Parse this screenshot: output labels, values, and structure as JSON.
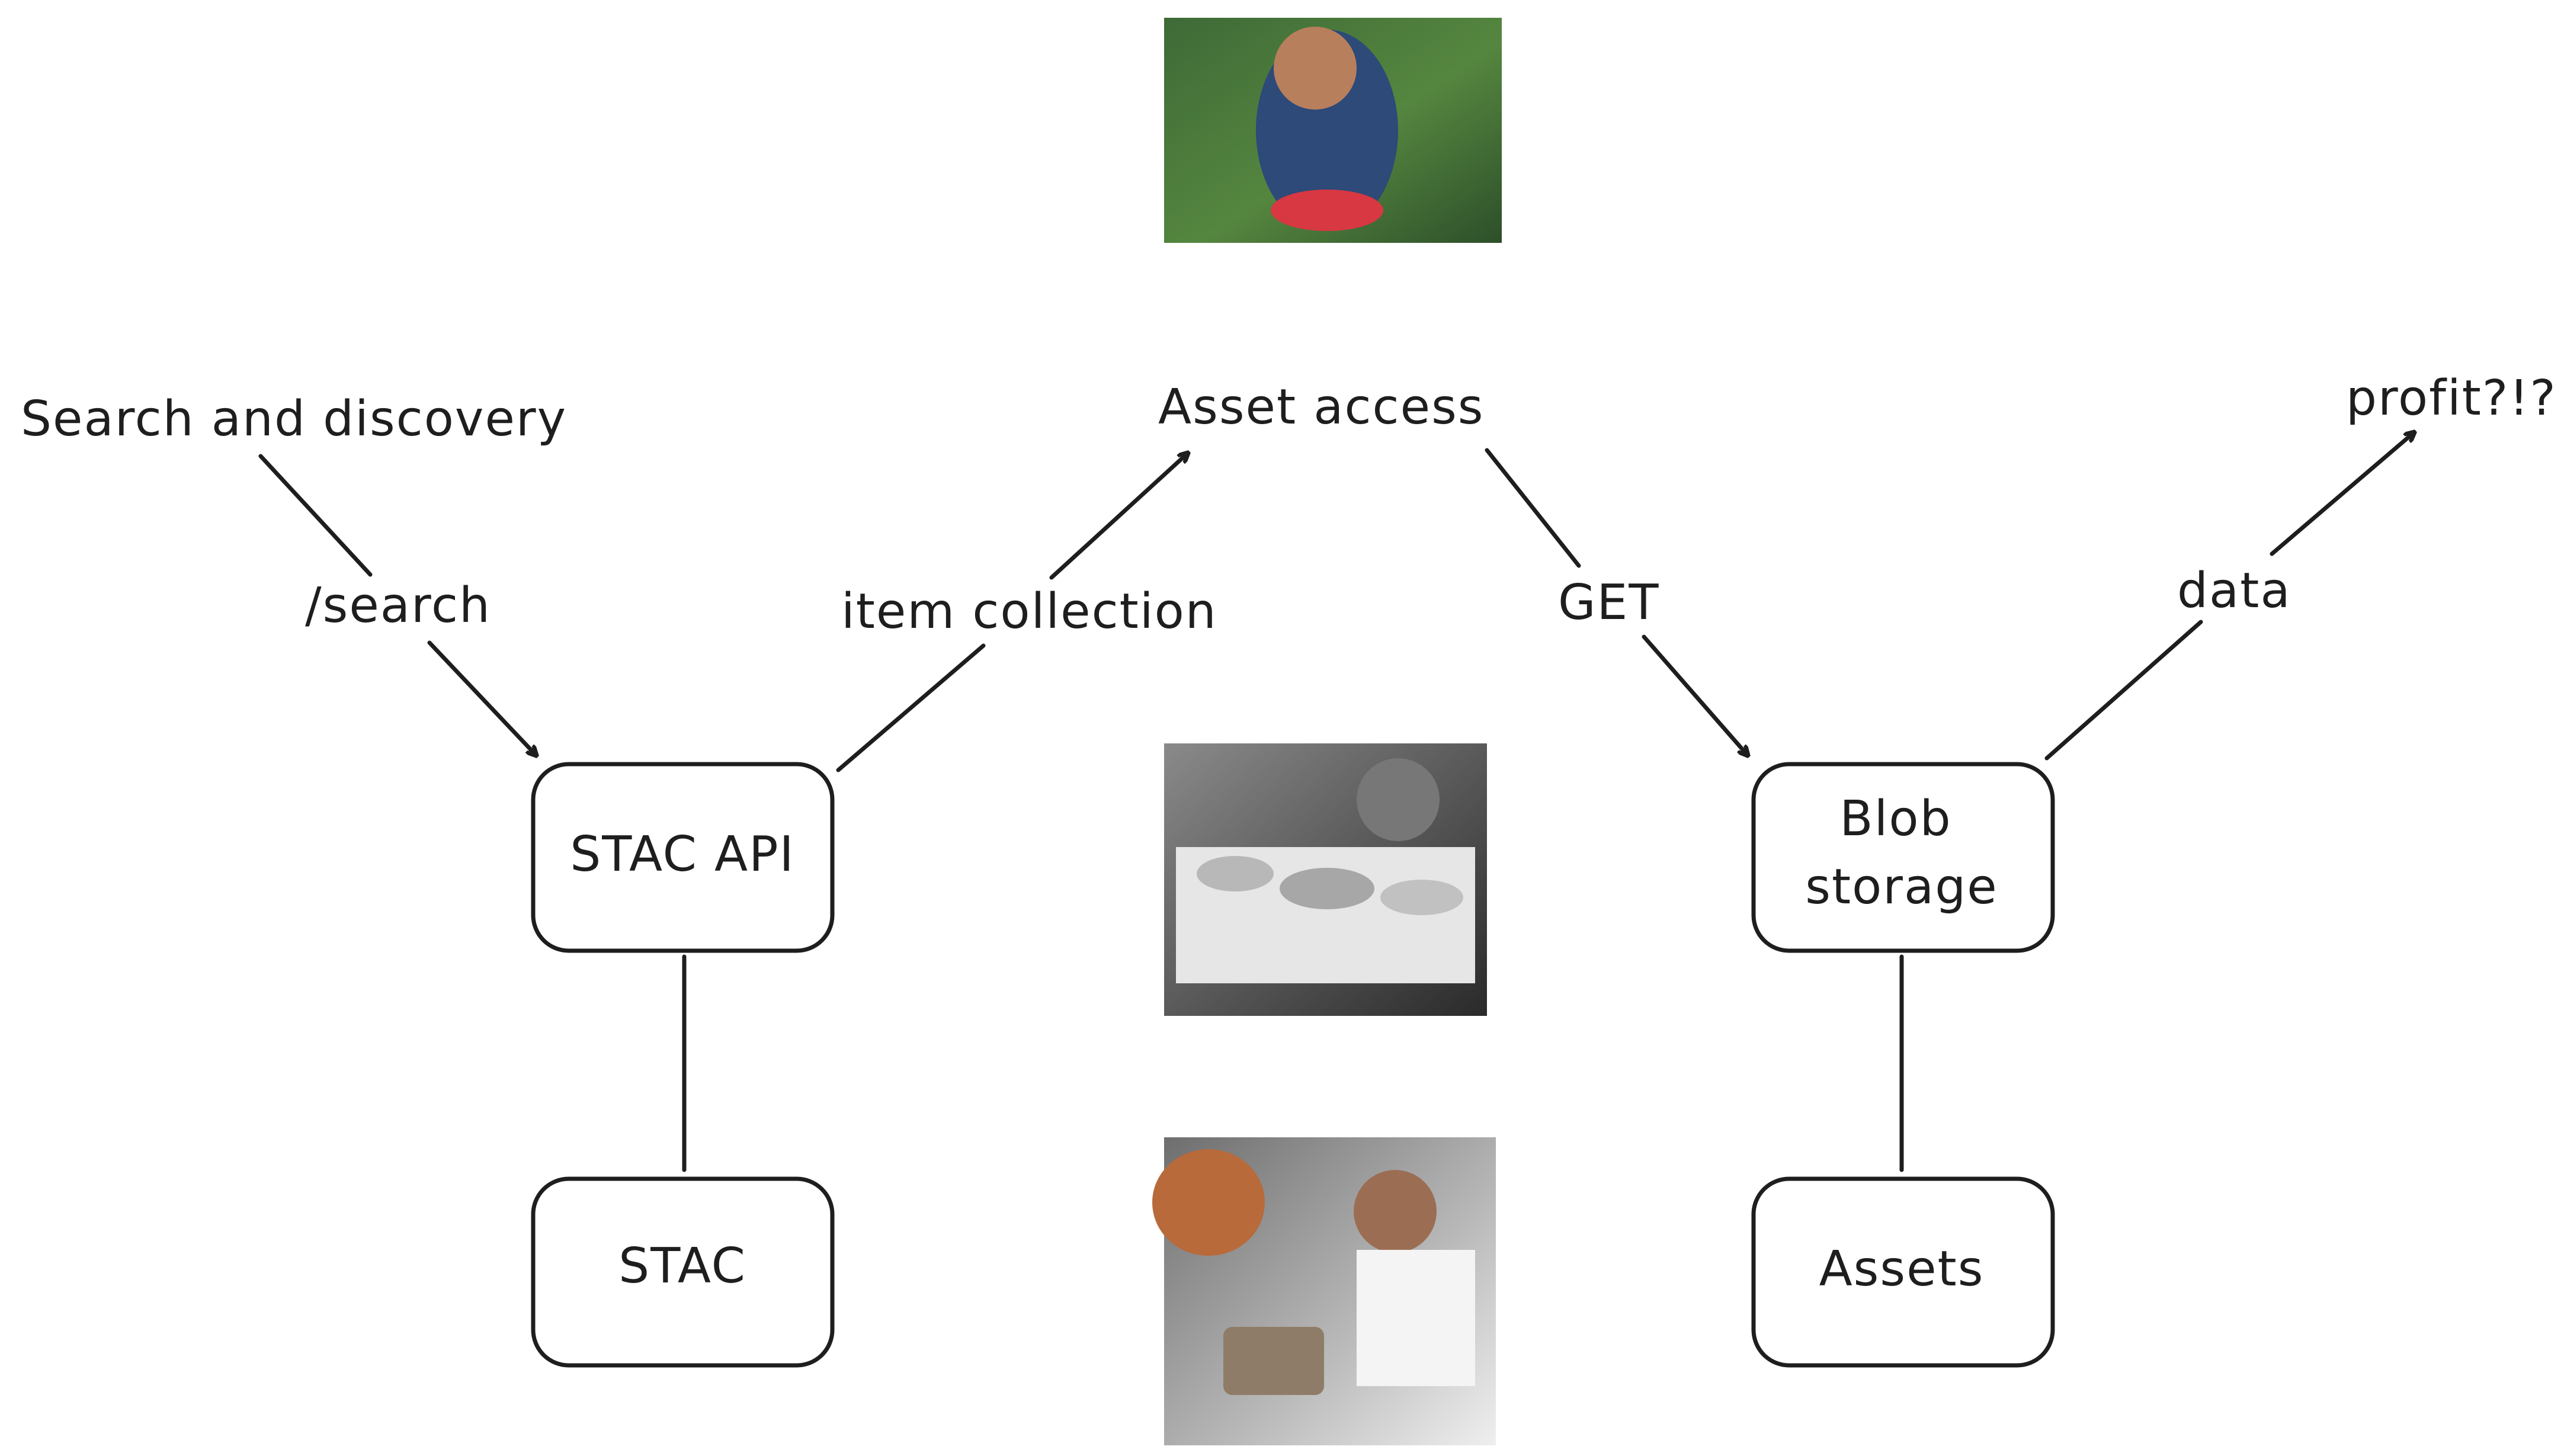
{
  "diagram": {
    "top_labels": {
      "search_and_discovery": "Search and discovery",
      "asset_access": "Asset access",
      "profit": "profit?!?"
    },
    "edge_labels": {
      "search": "/search",
      "item_collection": "item collection",
      "get": "GET",
      "data": "data"
    },
    "nodes": {
      "stac_api": "STAC API",
      "stac": "STAC",
      "blob_storage_line1": "Blob",
      "blob_storage_line2": "storage",
      "assets": "Assets"
    }
  },
  "colors": {
    "stroke": "#1e1e1e",
    "background": "#ffffff"
  }
}
